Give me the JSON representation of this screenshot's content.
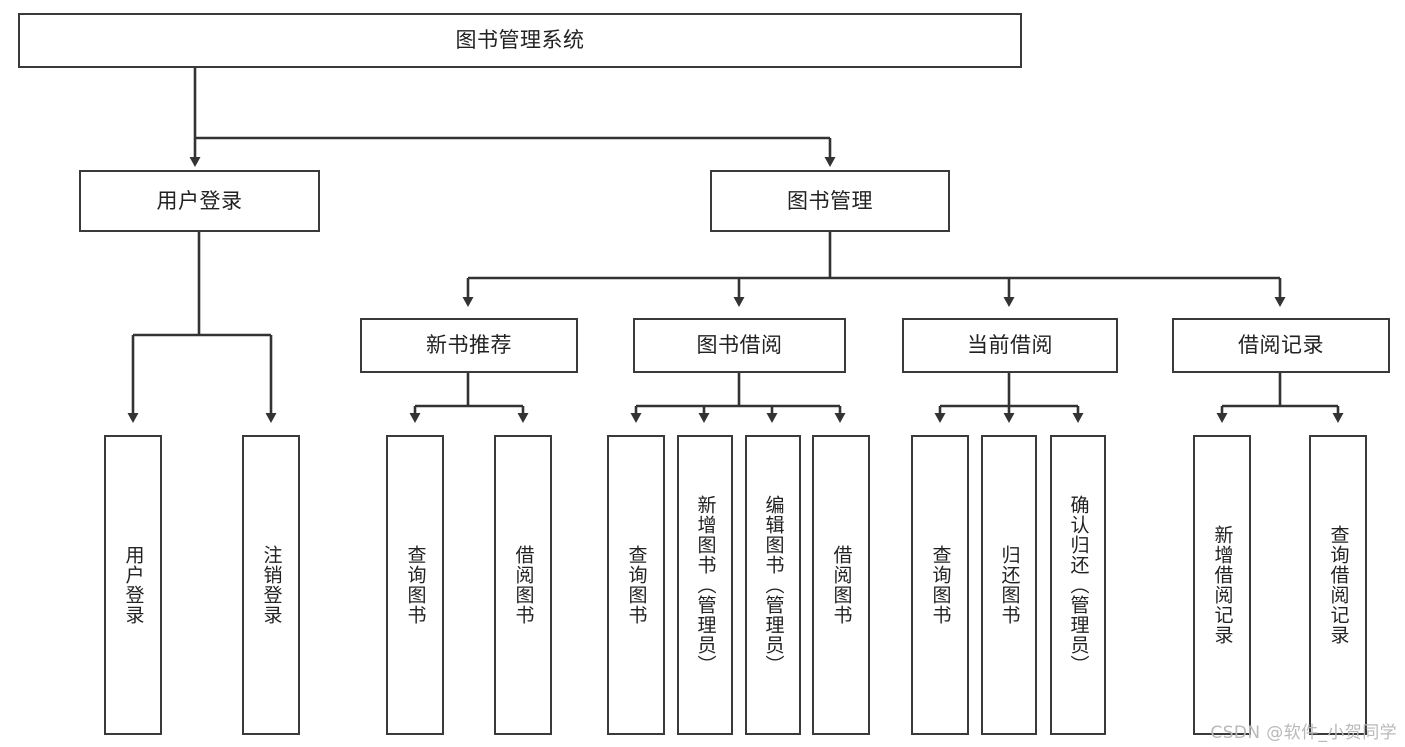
{
  "diagram": {
    "type": "tree",
    "title": "图书管理系统",
    "watermark": "CSDN @软件_小贺同学",
    "colors": {
      "background": "#ffffff",
      "box_border": "#3a3a3a",
      "edge": "#333333",
      "text": "#222222",
      "watermark": "#b9b9b9"
    },
    "nodes": {
      "root": {
        "label": "图书管理系统"
      },
      "level2": [
        {
          "id": "user-login",
          "label": "用户登录"
        },
        {
          "id": "book-management",
          "label": "图书管理"
        }
      ],
      "level3": [
        {
          "id": "new-book-recommend",
          "label": "新书推荐"
        },
        {
          "id": "book-borrow",
          "label": "图书借阅"
        },
        {
          "id": "current-borrow",
          "label": "当前借阅"
        },
        {
          "id": "borrow-record",
          "label": "借阅记录"
        }
      ],
      "leaves": [
        {
          "id": "leaf-user-login",
          "label": "用户登录",
          "parent": "user-login"
        },
        {
          "id": "leaf-logout-login",
          "label": "注销登录",
          "parent": "user-login"
        },
        {
          "id": "leaf-query-book-1",
          "label": "查询图书",
          "parent": "new-book-recommend"
        },
        {
          "id": "leaf-borrow-book-1",
          "label": "借阅图书",
          "parent": "new-book-recommend"
        },
        {
          "id": "leaf-query-book-2",
          "label": "查询图书",
          "parent": "book-borrow"
        },
        {
          "id": "leaf-add-book",
          "label": "新增图书（管理员）",
          "parent": "book-borrow"
        },
        {
          "id": "leaf-edit-book",
          "label": "编辑图书（管理员）",
          "parent": "book-borrow"
        },
        {
          "id": "leaf-borrow-book-2",
          "label": "借阅图书",
          "parent": "book-borrow"
        },
        {
          "id": "leaf-query-book-3",
          "label": "查询图书",
          "parent": "current-borrow"
        },
        {
          "id": "leaf-return-book",
          "label": "归还图书",
          "parent": "current-borrow"
        },
        {
          "id": "leaf-confirm-return",
          "label": "确认归还（管理员）",
          "parent": "current-borrow"
        },
        {
          "id": "leaf-add-record",
          "label": "新增借阅记录",
          "parent": "borrow-record"
        },
        {
          "id": "leaf-query-record",
          "label": "查询借阅记录",
          "parent": "borrow-record"
        }
      ]
    }
  }
}
